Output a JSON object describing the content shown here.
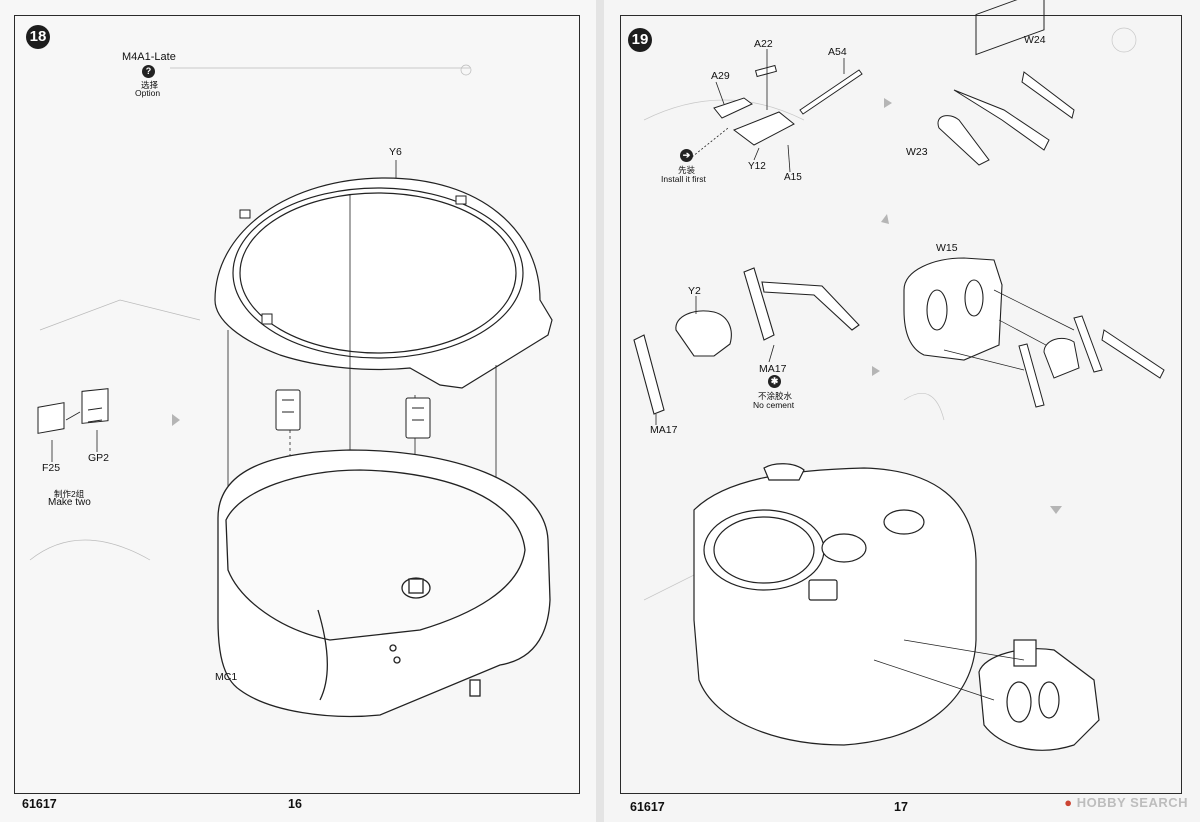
{
  "left_page": {
    "step_number": "18",
    "option_variant": "M4A1-Late",
    "option_cn": "选择",
    "option_en": "Option",
    "labels": {
      "y6": "Y6",
      "mc1": "MC1",
      "f25": "F25",
      "gp2": "GP2"
    },
    "make_two_cn": "制作2组",
    "make_two_en": "Make two",
    "kit_number": "61617",
    "page_number": "16"
  },
  "right_page": {
    "step_number": "19",
    "labels": {
      "a22": "A22",
      "a54": "A54",
      "a29": "A29",
      "y12": "Y12",
      "a15": "A15",
      "w24": "W24",
      "w23": "W23",
      "w15": "W15",
      "y2": "Y2",
      "ma17a": "MA17",
      "ma17b": "MA17"
    },
    "install_first_cn": "先装",
    "install_first_en": "Install it first",
    "no_cement_cn": "不涂胶水",
    "no_cement_en": "No cement",
    "kit_number": "61617",
    "page_number": "17"
  },
  "watermark": "HOBBY SEARCH",
  "icons": [
    "question-icon",
    "cement-free-icon",
    "install-first-icon"
  ]
}
